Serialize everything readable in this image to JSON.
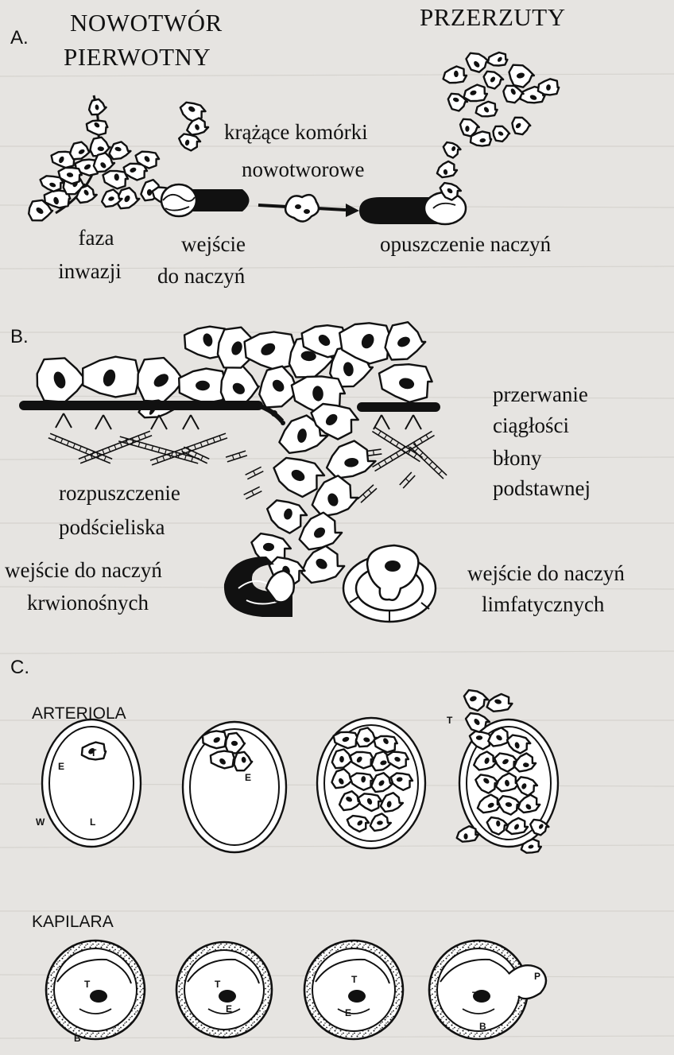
{
  "section_a": {
    "letter": "A.",
    "primary_line1": "NOWOTWÓR",
    "primary_line2": "PIERWOTNY",
    "metastasis": "PRZERZUTY",
    "circulating_line1": "krążące komórki",
    "circulating_line2": "nowotworowe",
    "invasion_line1": "faza",
    "invasion_line2": "inwazji",
    "entry_line1": "wejście",
    "entry_line2": "do naczyń",
    "exit": "opuszczenie naczyń"
  },
  "section_b": {
    "letter": "B.",
    "break_line1": "przerwanie",
    "break_line2": "ciągłości",
    "break_line3": "błony",
    "break_line4": "podstawnej",
    "stroma_line1": "rozpuszczenie",
    "stroma_line2": "podścieliska",
    "blood_line1": "wejście do naczyń",
    "blood_line2": "krwionośnych",
    "lymph_line1": "wejście do naczyń",
    "lymph_line2": "limfatycznych"
  },
  "section_c": {
    "letter": "C.",
    "arteriola": "ARTERIOLA",
    "kapilara": "KAPILARA",
    "markers": {
      "t": "T",
      "e": "E",
      "w": "W",
      "l": "L",
      "b": "B",
      "p": "P"
    }
  }
}
